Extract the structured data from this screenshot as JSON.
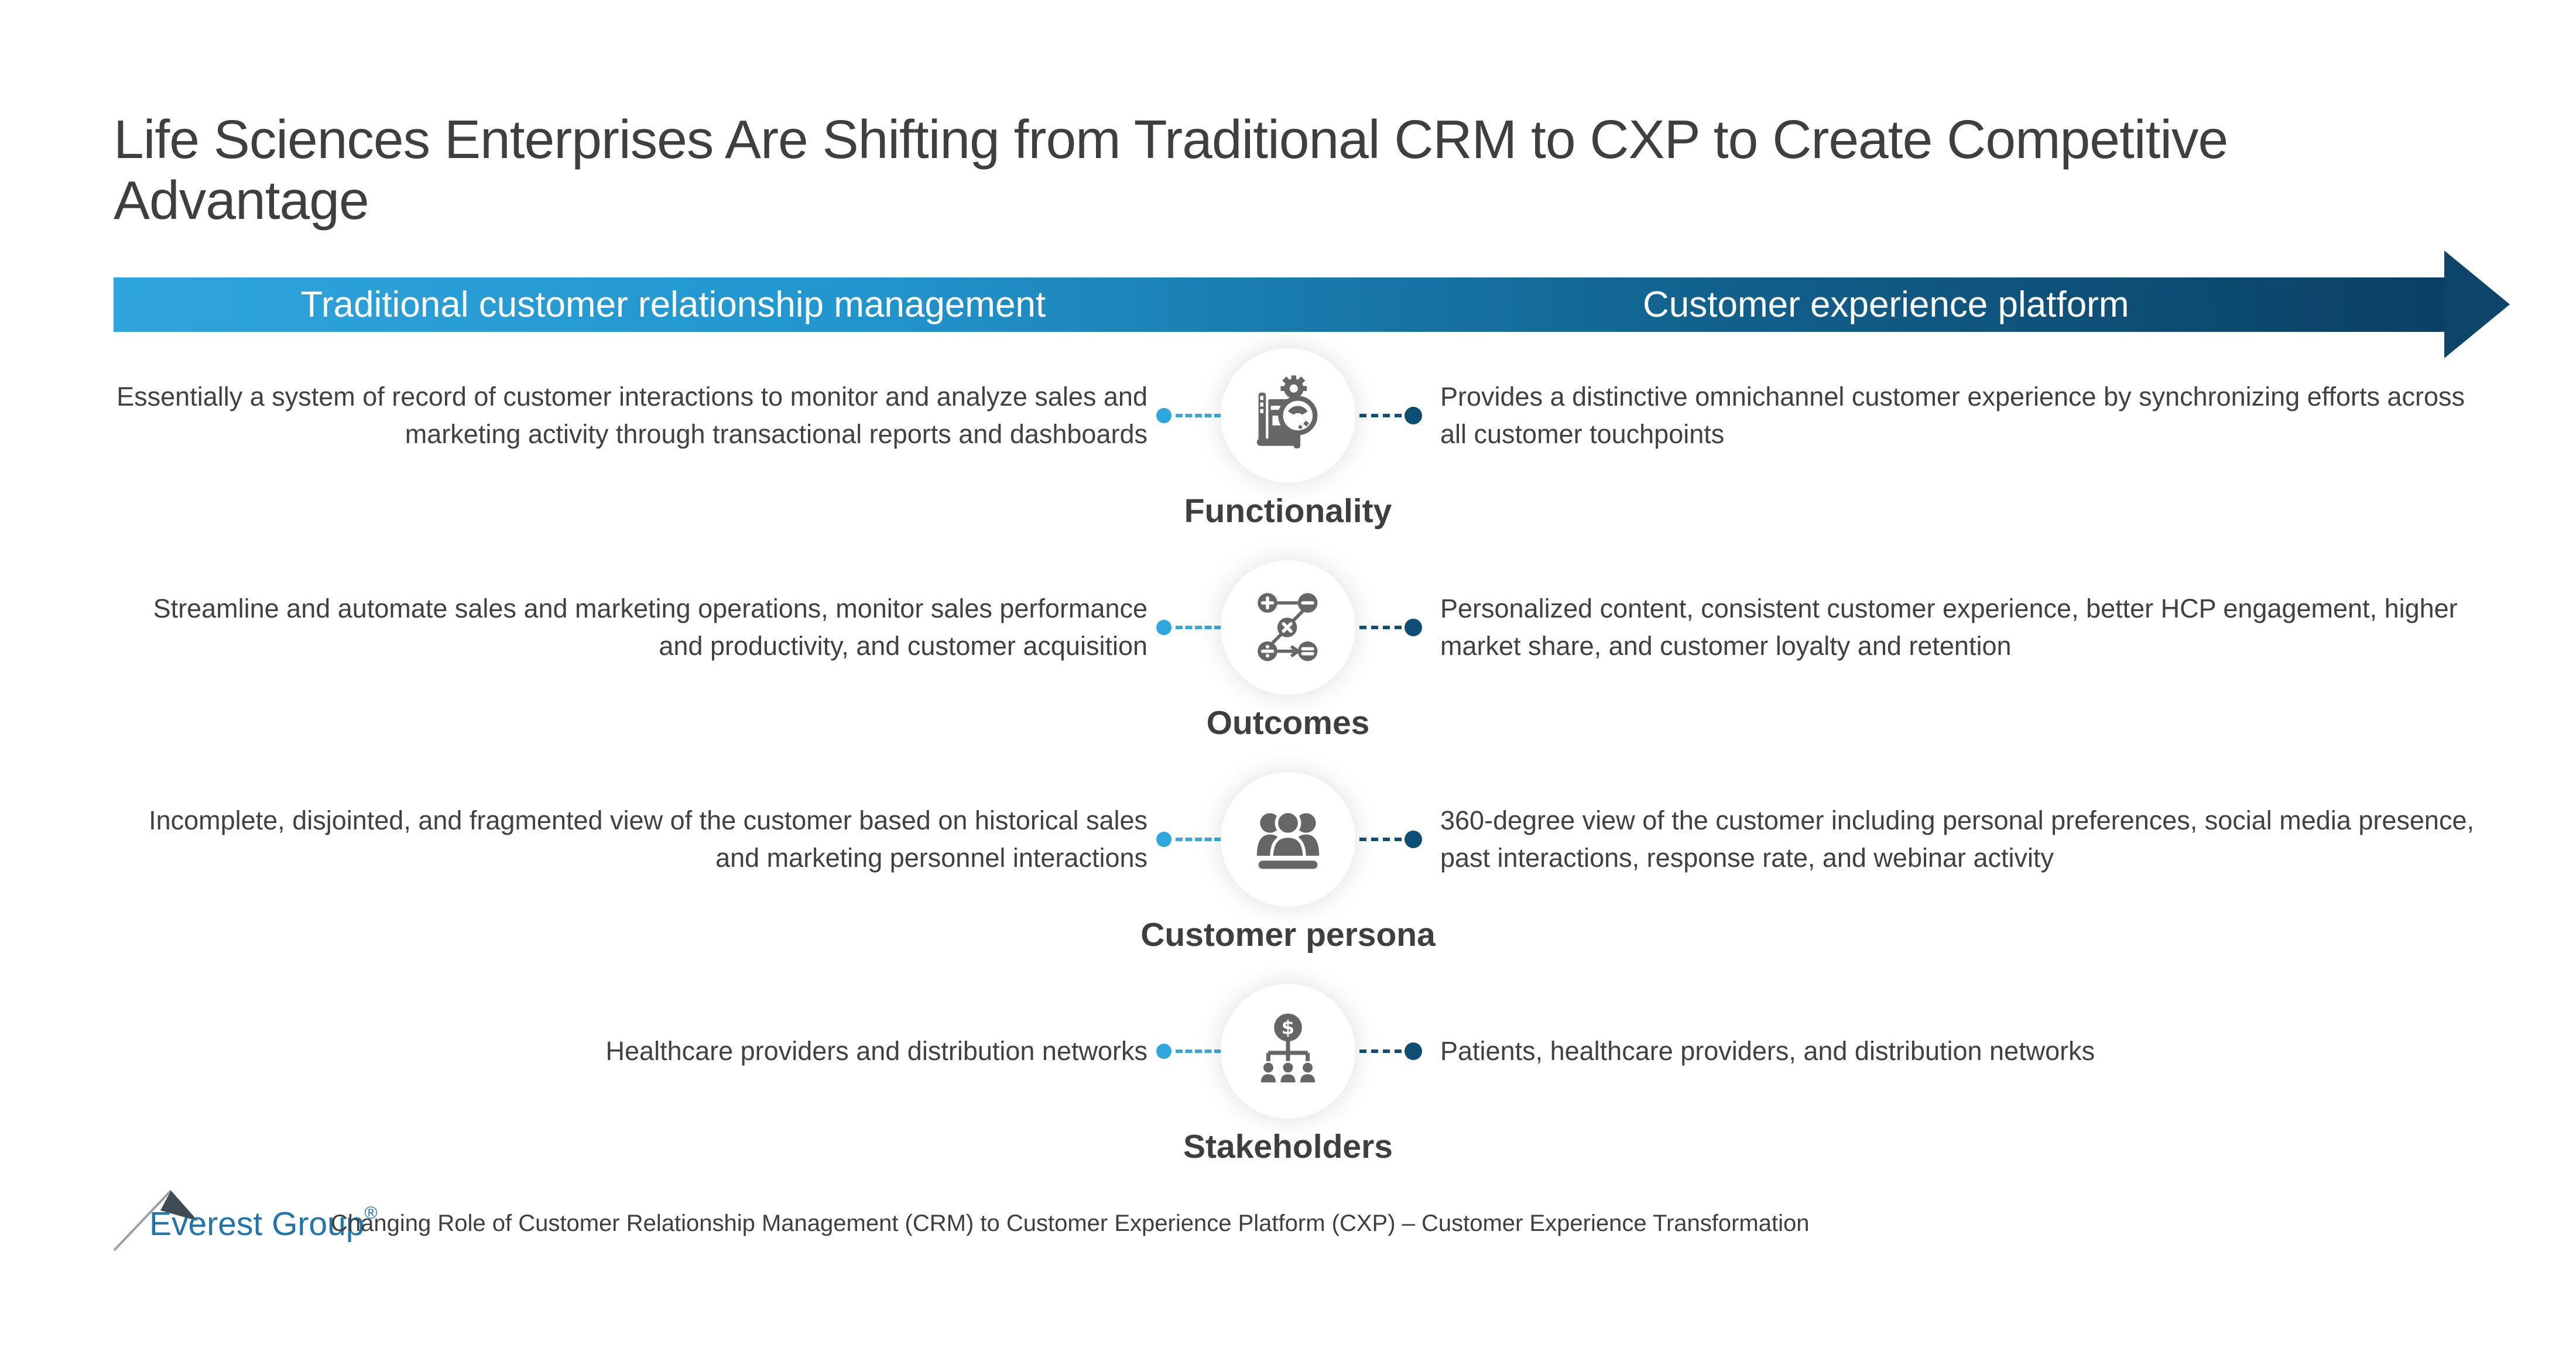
{
  "title": "Life Sciences Enterprises Are Shifting from Traditional CRM to CXP to Create Competitive Advantage",
  "banner": {
    "left_label": "Traditional customer relationship management",
    "right_label": "Customer experience platform"
  },
  "rows": [
    {
      "label": "Functionality",
      "icon": "report-analysis-icon",
      "left": "Essentially a system of record of customer interactions to monitor and analyze sales and marketing activity through transactional reports and dashboards",
      "right": "Provides a distinctive omnichannel customer experience by synchronizing efforts across all customer touchpoints"
    },
    {
      "label": "Outcomes",
      "icon": "math-operations-icon",
      "left": "Streamline and automate sales and marketing operations, monitor sales performance and productivity, and customer acquisition",
      "right": "Personalized content, consistent customer experience, better HCP engagement, higher market share, and customer loyalty and retention"
    },
    {
      "label": "Customer persona",
      "icon": "people-group-icon",
      "left": "Incomplete, disjointed, and fragmented view of the customer based on historical sales and marketing personnel interactions",
      "right": "360-degree view of the customer including personal preferences, social media presence, past interactions, response rate, and webinar activity"
    },
    {
      "label": "Stakeholders",
      "icon": "funding-hierarchy-icon",
      "left": "Healthcare providers and distribution networks",
      "right": "Patients, healthcare providers, and distribution networks"
    }
  ],
  "footer": {
    "logo_text": "Everest Group",
    "logo_reg": "®",
    "source": "Changing Role of Customer Relationship Management (CRM) to Customer Experience Platform (CXP) – Customer Experience Transformation"
  },
  "colors": {
    "banner_gradient_start": "#2fa4dd",
    "banner_gradient_end": "#0b4064",
    "arrowhead": "#0d456a",
    "connector_left": "#2ea6de",
    "connector_right": "#0e4d74",
    "icon_gray": "#666666",
    "text": "#414141",
    "logo_blue": "#2076ac"
  }
}
